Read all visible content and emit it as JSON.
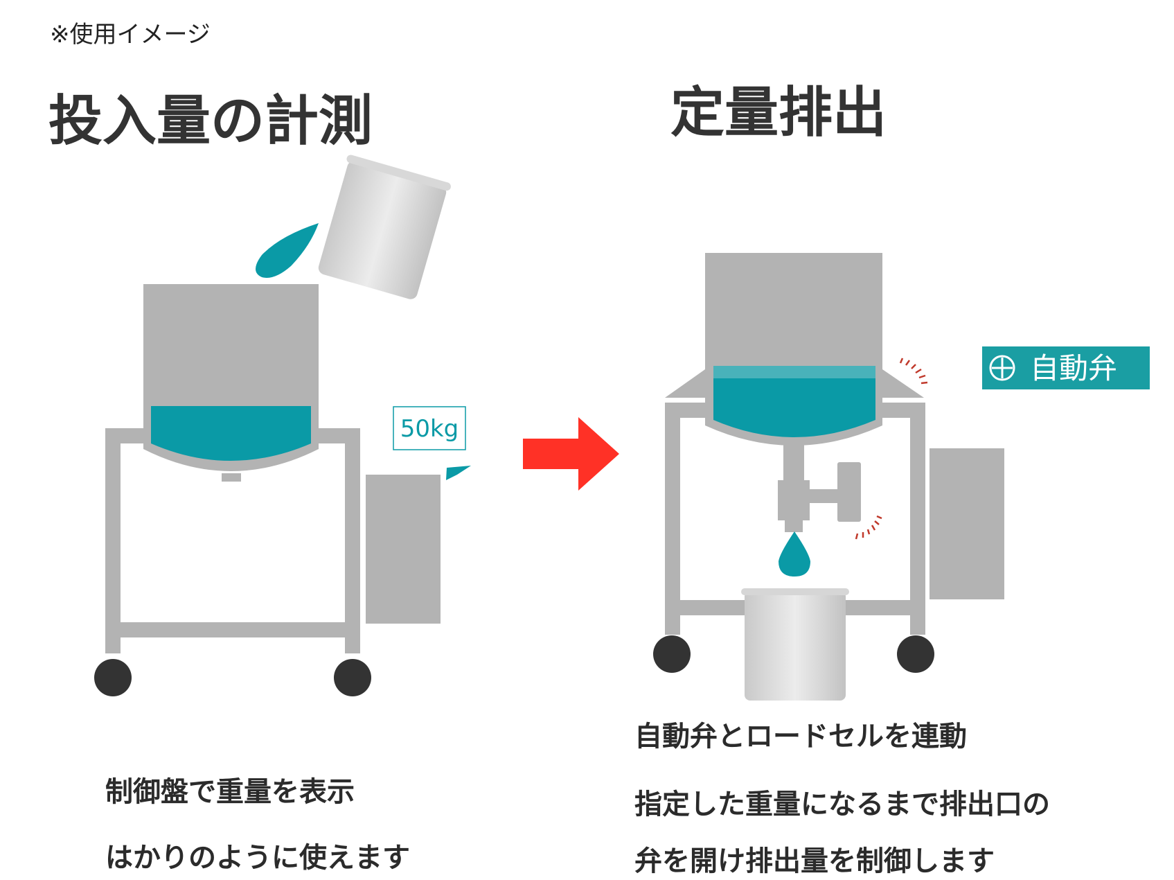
{
  "note": "※使用イメージ",
  "left": {
    "title": "投入量の計測",
    "weight_display": "50kg",
    "description": [
      "制御盤で重量を表示",
      "はかりのように使えます"
    ]
  },
  "right": {
    "title": "定量排出",
    "valve_label": "自動弁",
    "description": [
      "自動弁とロードセルを連動",
      "指定した重量になるまで排出口の",
      "弁を開け排出量を制御します"
    ]
  },
  "colors": {
    "steel": "#b3b3b3",
    "liquid": "#0a9aa6",
    "arrow": "#ff3126",
    "wheel": "#333333",
    "accent_dash": "#c0392b",
    "valve_badge": "#1a9ea3"
  },
  "icons": {
    "valve_badge": "circle-plus-icon",
    "flow_arrow": "right-arrow-icon"
  }
}
